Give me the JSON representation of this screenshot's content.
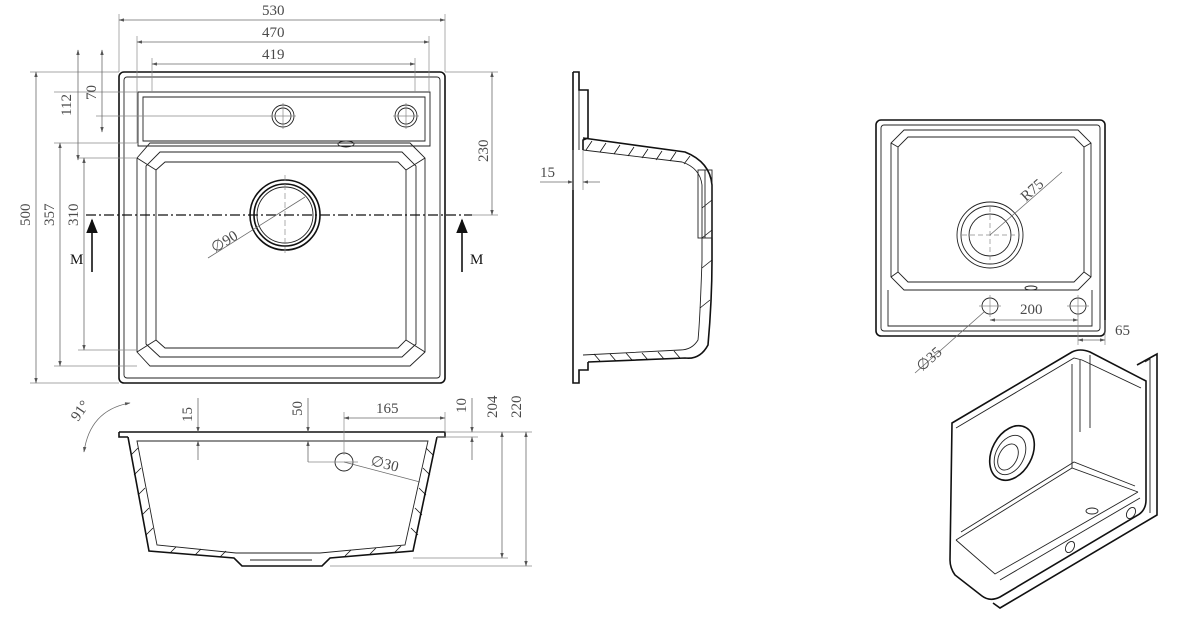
{
  "top_view": {
    "width_outer": "530",
    "width_bowl": "470",
    "hole_spacing": "419",
    "depth_outer": "500",
    "depth_bowl": "357",
    "bowl_length": "310",
    "shelf_depth": "112",
    "hole_offset": "70",
    "axis_offset": "230",
    "drain_diameter": "∅90",
    "section_mark_left": "M",
    "section_mark_right": "M"
  },
  "side_section": {
    "flange_thickness": "15"
  },
  "front_section": {
    "angle": "91°",
    "rim_thickness": "15",
    "overflow_height": "50",
    "overflow_offset": "165",
    "overflow_diameter": "∅30",
    "flange_height": "10",
    "bowl_depth": "204",
    "total_depth": "220"
  },
  "bottom_view": {
    "drain_radius": "R75",
    "tap_hole_diameter": "∅35",
    "tap_hole_spacing": "200",
    "tap_hole_edge": "65"
  }
}
